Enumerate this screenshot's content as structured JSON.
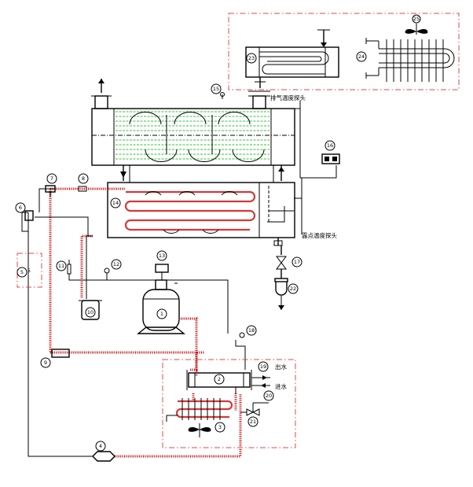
{
  "callouts": {
    "c1": "1",
    "c2": "2",
    "c3": "3",
    "c4": "4",
    "c5": "5",
    "c6": "6",
    "c7": "7",
    "c8": "8",
    "c9": "9",
    "c10": "10",
    "c11": "11",
    "c12": "12",
    "c13": "13",
    "c14": "14",
    "c15": "15",
    "c16": "16",
    "c17": "17",
    "c18": "18",
    "c19": "19",
    "c20": "20",
    "c21": "21",
    "c22": "22",
    "c23": "23",
    "c24": "24",
    "c25": "25"
  },
  "labels": {
    "exhaust_probe": "排气温度探头",
    "dewpoint_probe": "露点温度探头",
    "water_out": "出水",
    "water_in": "进水",
    "box5_text": "5"
  },
  "colors": {
    "refrigerant_pipe": "#c00000",
    "fin_green": "#34c634",
    "frame_red": "#e04848"
  },
  "icons": {
    "fan": "fan-icon",
    "flow_arrow": "arrow-icon"
  }
}
